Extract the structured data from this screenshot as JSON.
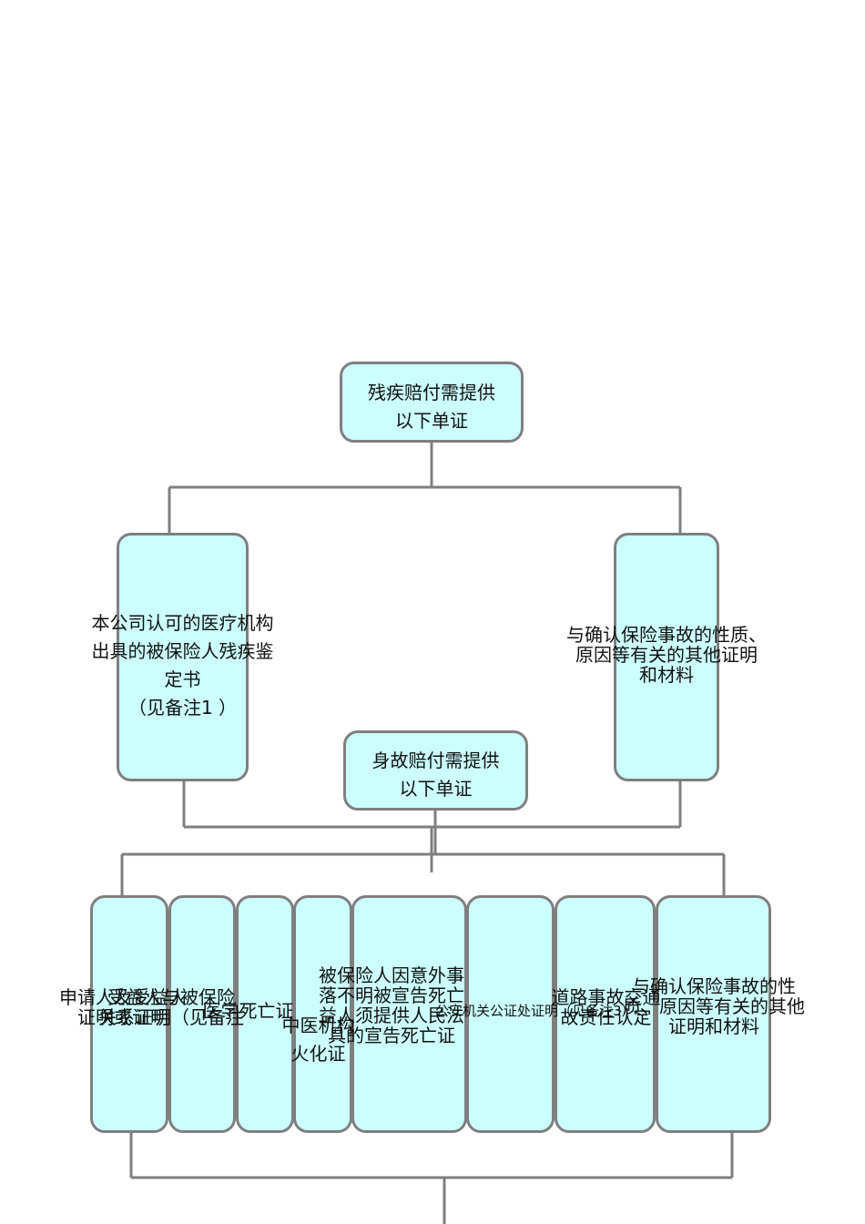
{
  "disability": {
    "root": "残疾赔付需提供\n以下单证",
    "items": [
      "本公司认可的医疗机构\n出具的被保险人残疾鉴\n定书\n（见备注1 ）",
      "与确认保险事故的性质、\n原因等有关的其他证明\n和材料"
    ]
  },
  "death": {
    "root": "身故赔付需提供\n以下单证",
    "items": [
      "申请人及受益人\n证明或证明",
      "受益人与被保险\n关系证明（见备注",
      "医学死亡证",
      "中医机构\n火化证",
      "被保险人因意外事\n落不明被宣告死亡\n益人须提供人民法\n具的宣告死亡证",
      "公安机关公证处证明（见备注3）",
      "道路事故交通\n故责任认定",
      "与确认保险事故的性\n质、原因等有关的其他\n证明和材料"
    ]
  }
}
